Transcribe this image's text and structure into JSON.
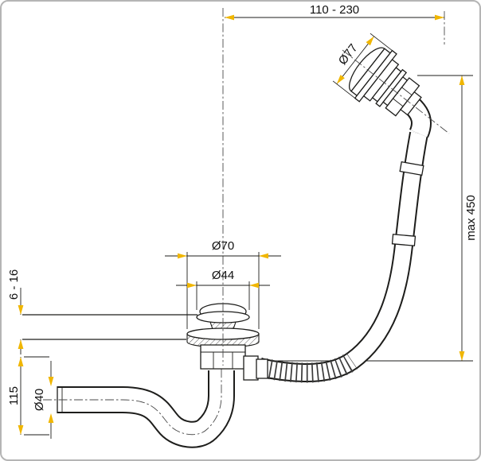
{
  "drawing": {
    "dims": {
      "top_span": "110 - 230",
      "overflow_cap_diameter": "Ø77",
      "hose_max_length": "max 450",
      "flange_diameter": "Ø70",
      "plug_diameter": "Ø44",
      "panel_thickness": "6 - 16",
      "outlet_height": "115",
      "pipe_diameter": "Ø40"
    },
    "colors": {
      "arrow": "#f0b600",
      "line": "#1d1d1b",
      "background": "#ffffff",
      "border": "#b5b5b5"
    }
  }
}
